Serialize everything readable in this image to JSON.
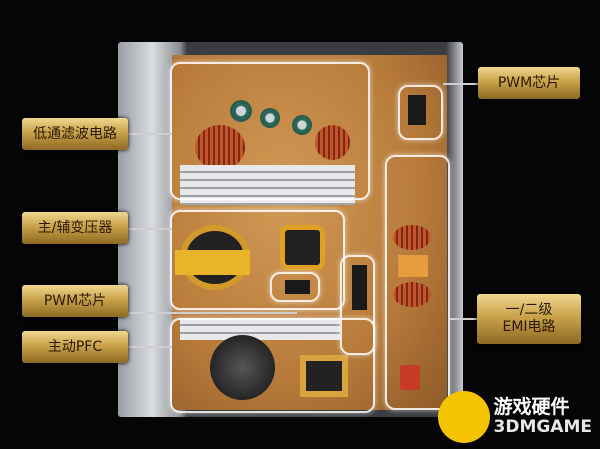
{
  "labels": {
    "low_pass_filter": "低通滤波电路",
    "transformer": "主/辅变压器",
    "pwm_chip_left": "PWM芯片",
    "active_pfc": "主动PFC",
    "pwm_chip_right": "PWM芯片",
    "emi_line1": "一/二级",
    "emi_line2": "EMI电路"
  },
  "watermark": {
    "line1": "游戏硬件",
    "line2": "3DMGAME"
  }
}
